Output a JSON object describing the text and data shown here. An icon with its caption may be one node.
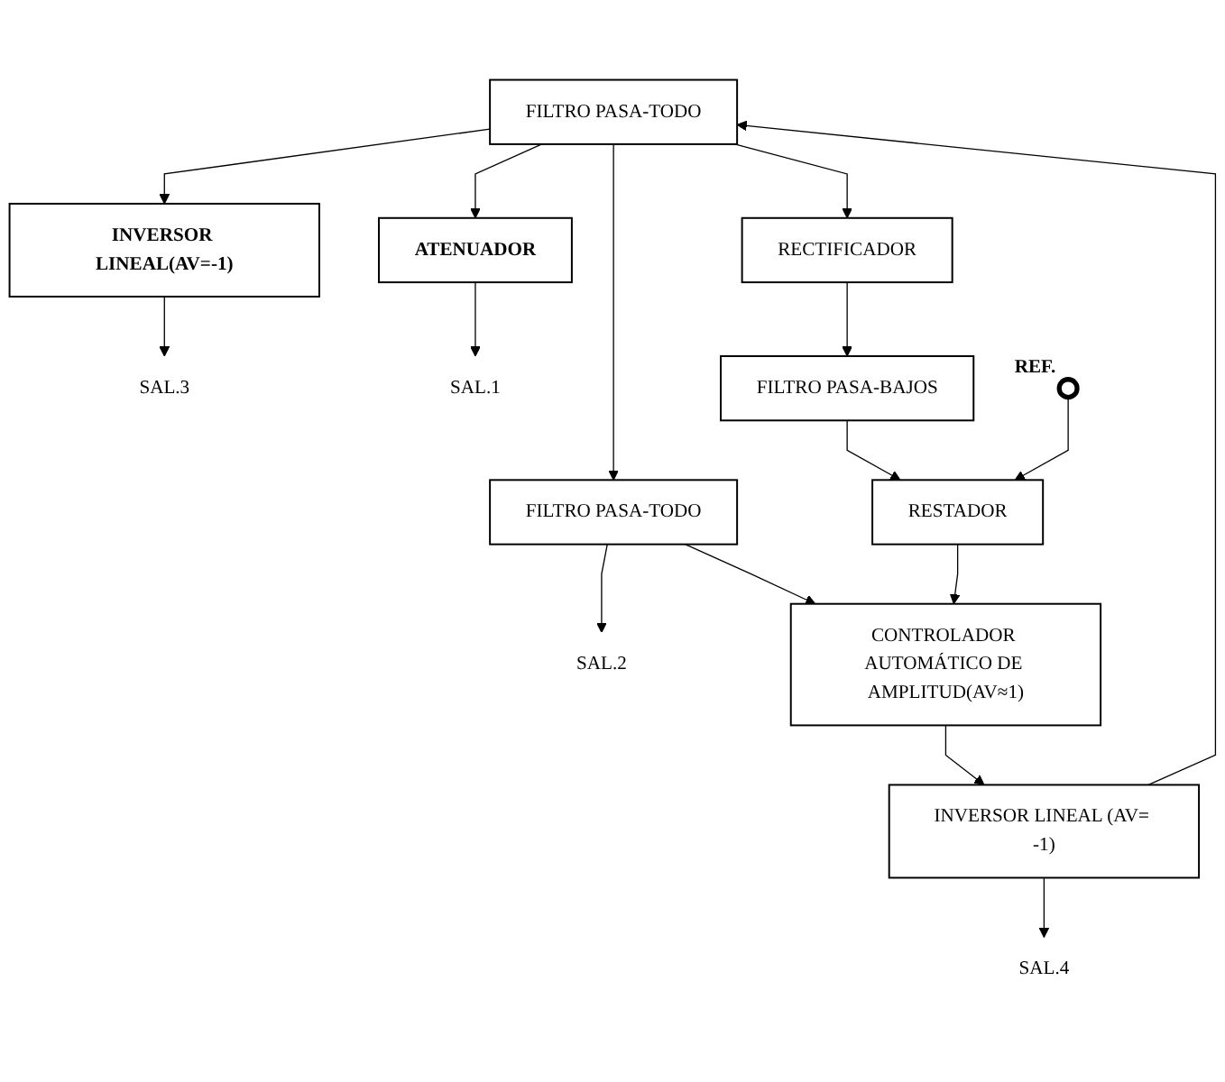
{
  "diagram": {
    "nodes": [
      {
        "text": [
          "FILTRO PASA-TODO"
        ]
      },
      {
        "text": [
          "FILTRO PASA-TODO"
        ]
      },
      {
        "text": [
          "SAL.2"
        ]
      },
      {
        "text": [
          "INVERSOR LINEAL(AV=-1)"
        ]
      },
      {
        "text": [
          "ATENUADOR"
        ]
      },
      {
        "text": [
          "SAL.3"
        ]
      },
      {
        "text": [
          "RECTIFICADOR"
        ]
      },
      {
        "text": [
          "SAL.1"
        ]
      },
      {
        "text": [
          "FILTRO PASA-BAJOS"
        ]
      },
      {
        "text": [],
        "shape": "circle",
        "beside": [
          "REF."
        ]
      },
      {
        "text": [
          "RESTADOR"
        ]
      },
      {
        "text": [
          "SAL.4"
        ]
      },
      {
        "text": [
          "INVERSOR LINEAL (AV= -1)"
        ]
      },
      {
        "text": [
          "CONTROLADOR AUTOMÁTICO DE AMPLITUD(AV≈1)"
        ]
      }
    ],
    "edges": [
      {
        "from": 0,
        "to": 1,
        "arrow": "to"
      },
      {
        "from": 0,
        "to": 3,
        "arrow": "to"
      },
      {
        "from": 0,
        "to": 4,
        "arrow": "to"
      },
      {
        "from": 0,
        "to": 6,
        "arrow": "to"
      },
      {
        "from": 1,
        "to": 2,
        "arrow": "to"
      },
      {
        "from": 1,
        "to": 13,
        "arrow": "to"
      },
      {
        "from": 3,
        "to": 5,
        "arrow": "to"
      },
      {
        "from": 4,
        "to": 7,
        "arrow": "to"
      },
      {
        "from": 6,
        "to": 8,
        "arrow": "to"
      },
      {
        "from": 8,
        "to": 10,
        "arrow": "to"
      },
      {
        "from": 9,
        "to": 10,
        "arrow": "to"
      },
      {
        "from": 10,
        "to": 13,
        "arrow": "to"
      },
      {
        "from": 13,
        "to": 12,
        "arrow": "to"
      },
      {
        "from": 12,
        "to": 11,
        "arrow": "to"
      },
      {
        "from": 12,
        "to": 0,
        "arrow": "to"
      }
    ]
  }
}
